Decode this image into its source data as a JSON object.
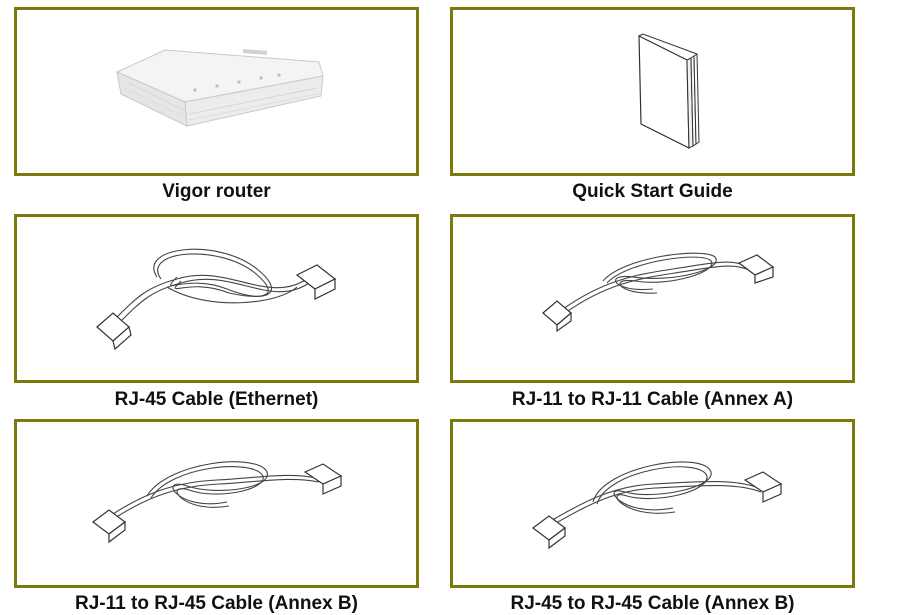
{
  "items": [
    {
      "caption": "Vigor router",
      "icon": "router-icon"
    },
    {
      "caption": "Quick Start Guide",
      "icon": "booklet-icon"
    },
    {
      "caption": "RJ-45 Cable (Ethernet)",
      "icon": "rj45-cable-icon"
    },
    {
      "caption": "RJ-11 to RJ-11 Cable (Annex A)",
      "icon": "rj11-cable-icon"
    },
    {
      "caption": "RJ-11 to RJ-45 Cable (Annex B)",
      "icon": "rj11-rj45-cable-icon"
    },
    {
      "caption": "RJ-45 to RJ-45 Cable (Annex B)",
      "icon": "rj45-rj45-cable-icon"
    }
  ],
  "colors": {
    "frame": "#7c7a0e"
  }
}
